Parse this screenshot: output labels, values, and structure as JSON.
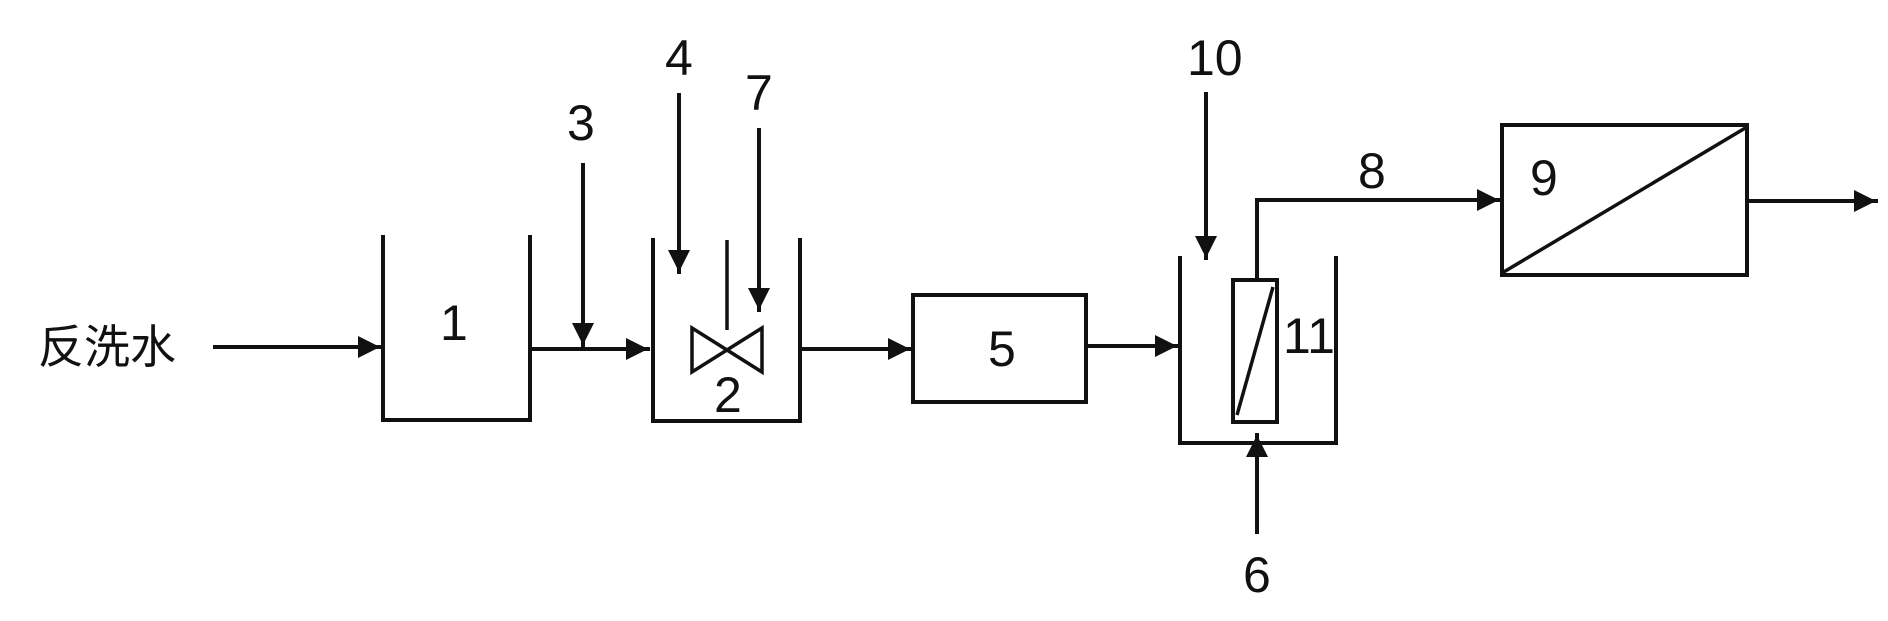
{
  "input_label": "反洗水",
  "labels": {
    "l1": "1",
    "l2": "2",
    "l3": "3",
    "l4": "4",
    "l5": "5",
    "l6": "6",
    "l7": "7",
    "l8": "8",
    "l9": "9",
    "l10": "10",
    "l11": "11"
  },
  "colors": {
    "ink": "#111111",
    "background": "#ffffff"
  }
}
